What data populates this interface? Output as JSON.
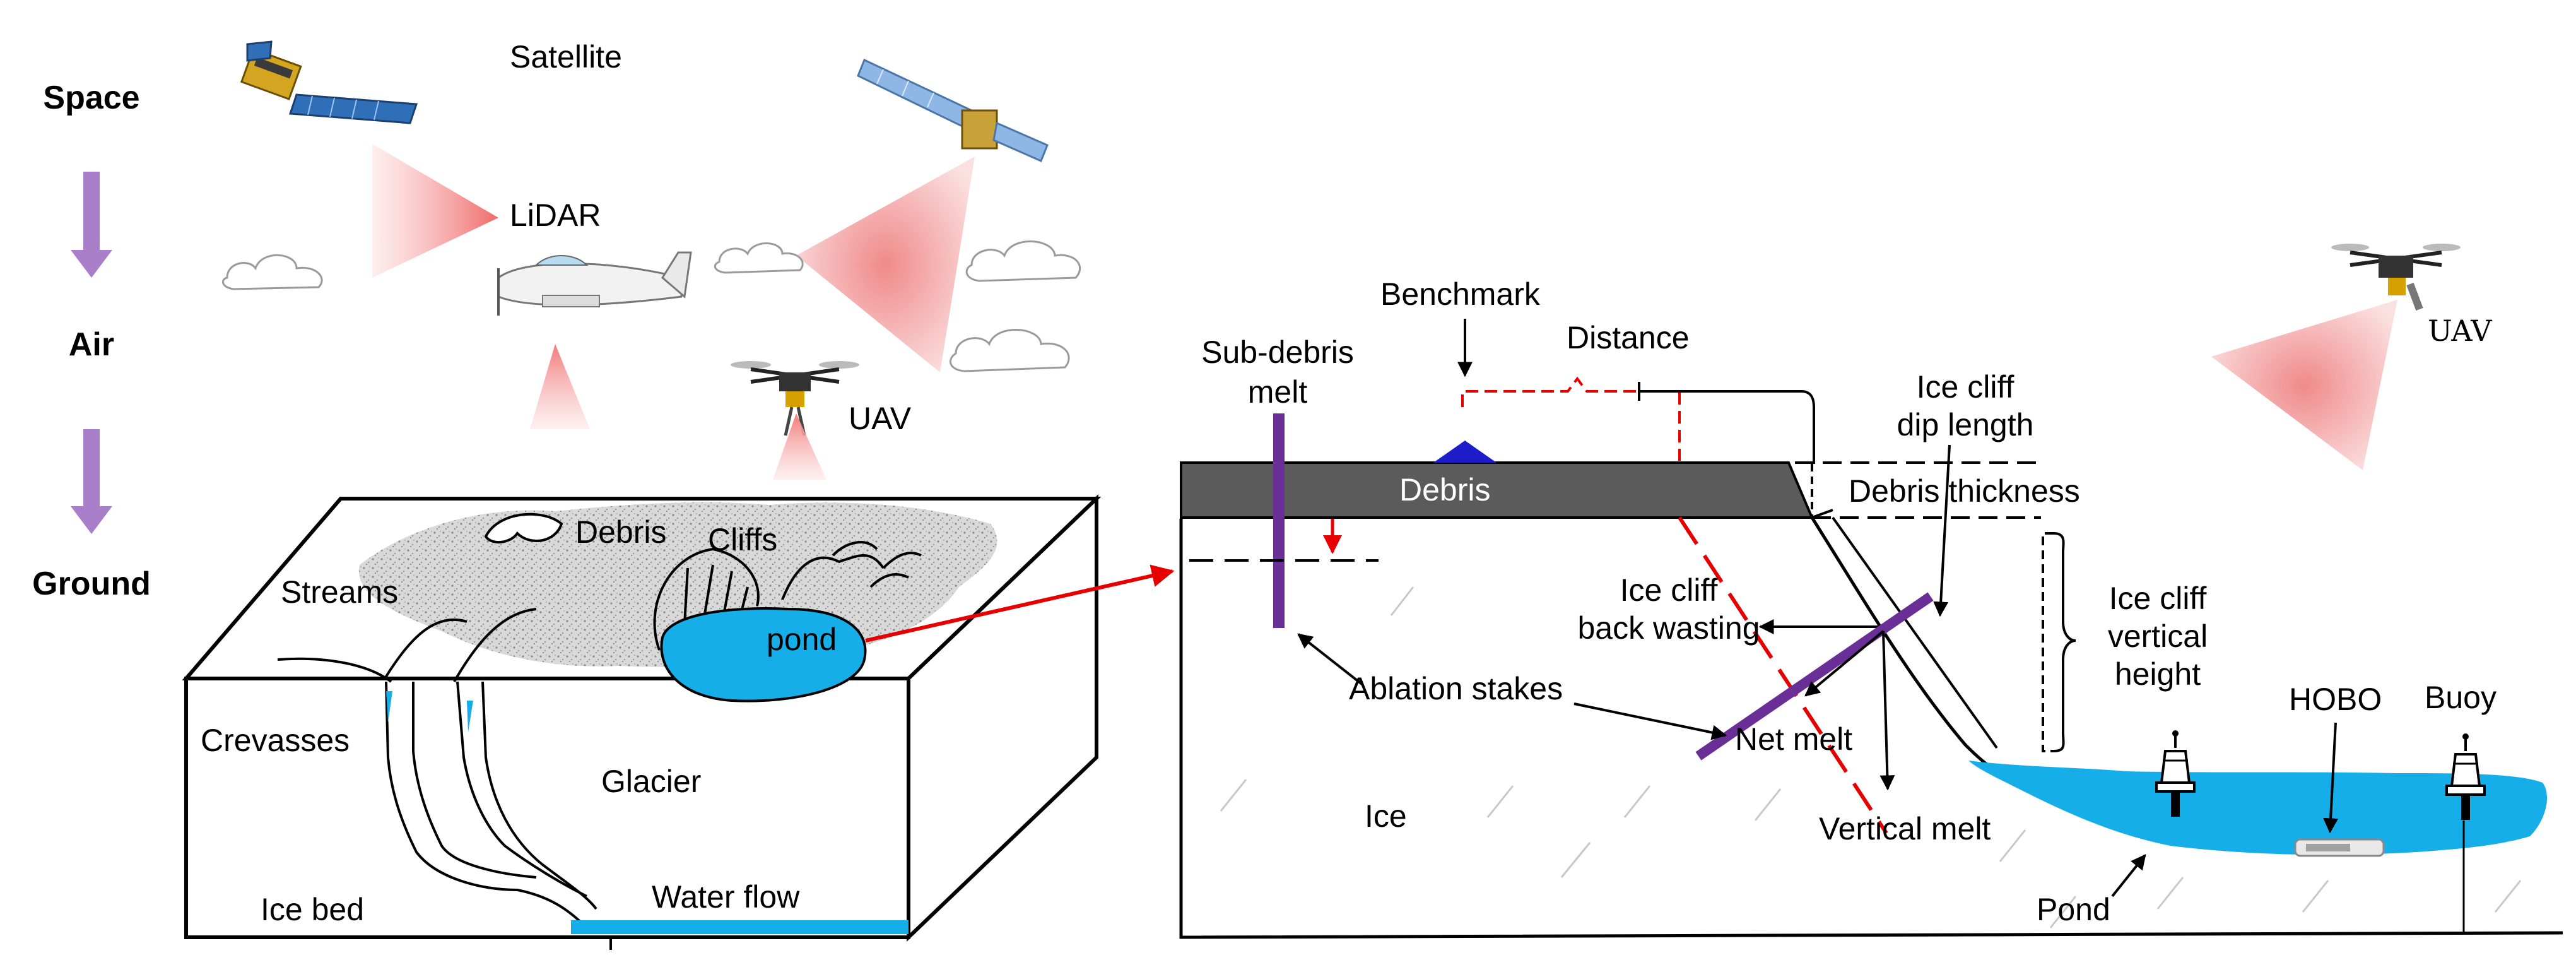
{
  "scale_levels": {
    "space": "Space",
    "air": "Air",
    "ground": "Ground"
  },
  "platforms": {
    "satellite": "Satellite",
    "lidar": "LiDAR",
    "uav": "UAV",
    "uav_right": "UAV"
  },
  "block": {
    "debris": "Debris",
    "cliffs": "Cliffs",
    "streams": "Streams",
    "pond": "pond",
    "crevasses": "Crevasses",
    "glacier": "Glacier",
    "ice_bed": "Ice bed",
    "water_flow": "Water flow"
  },
  "section": {
    "benchmark": "Benchmark",
    "distance": "Distance",
    "sub_debris_melt_line1": "Sub-debris",
    "sub_debris_melt_line2": "melt",
    "debris": "Debris",
    "debris_thickness": "Debris thickness",
    "dip_length_line1": "Ice cliff",
    "dip_length_line2": "dip length",
    "back_wasting_line1": "Ice cliff",
    "back_wasting_line2": "back wasting",
    "vertical_height_line1": "Ice cliff",
    "vertical_height_line2": "vertical",
    "vertical_height_line3": "height",
    "ablation_stakes": "Ablation stakes",
    "net_melt": "Net melt",
    "vertical_melt": "Vertical melt",
    "ice": "Ice",
    "pond": "Pond",
    "hobo": "HOBO",
    "buoy": "Buoy"
  },
  "colors": {
    "arrow_purple": "#a97fc9",
    "water": "#16aee9",
    "debris_band": "#5b5b5b",
    "stake_purple": "#6a2f96",
    "red_arrow": "#e60000",
    "benchmark_blue": "#1c1cc8"
  }
}
